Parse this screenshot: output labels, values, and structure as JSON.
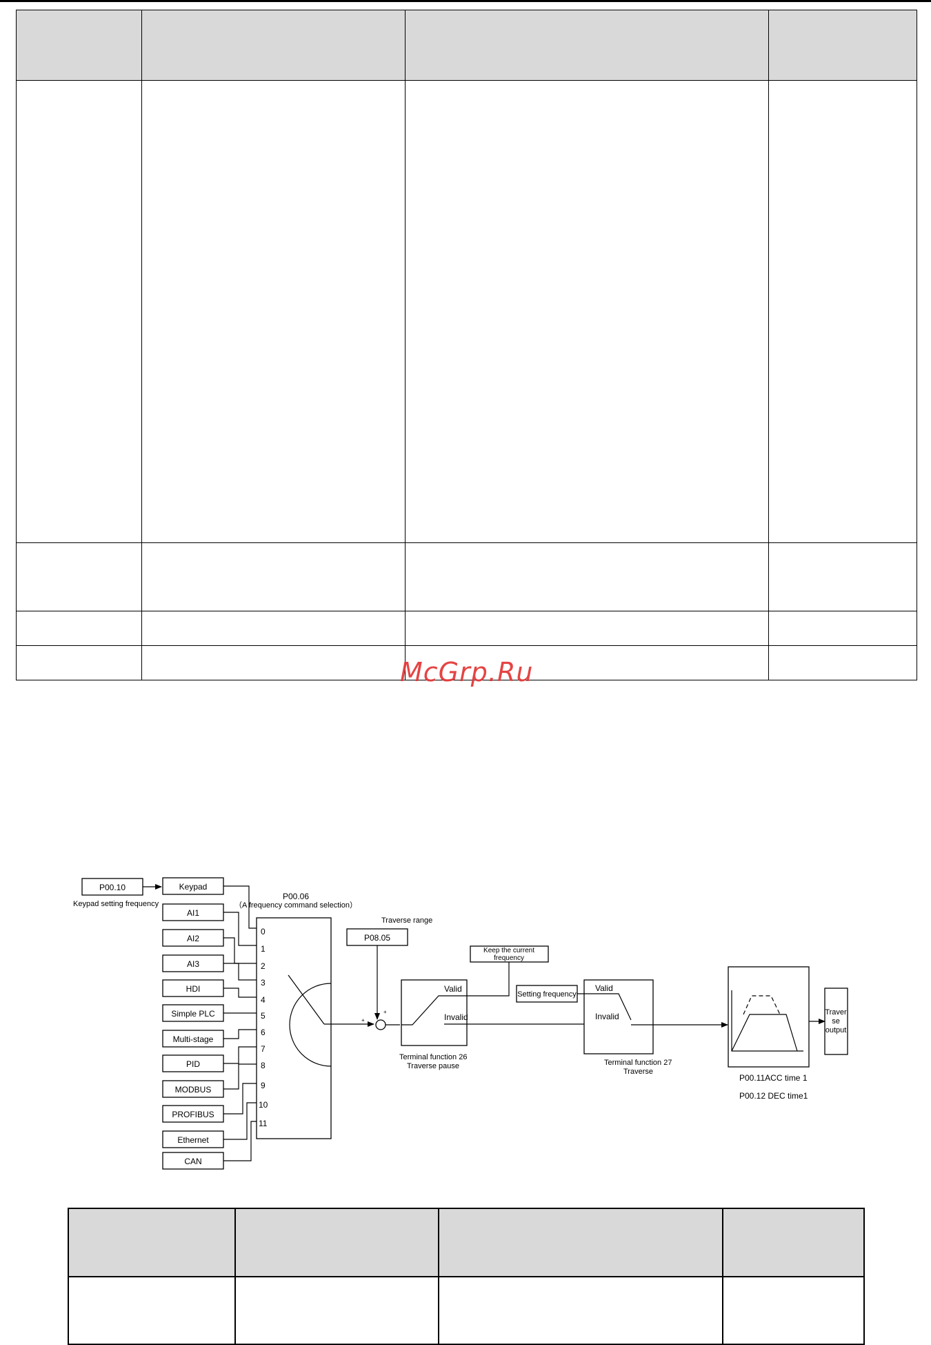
{
  "watermark": "McGrp.Ru",
  "diagram": {
    "p0010": "P00.10",
    "keypad_setting": "Keypad setting frequency",
    "sources": [
      "Keypad",
      "AI1",
      "AI2",
      "AI3",
      "HDI",
      "Simple PLC",
      "Multi-stage",
      "PID",
      "MODBUS",
      "PROFIBUS",
      "Ethernet",
      "CAN"
    ],
    "selector_title": "P00.06",
    "selector_sub": "（A frequency command selection）",
    "selector_numbers": [
      "0",
      "1",
      "2",
      "3",
      "4",
      "5",
      "6",
      "7",
      "8",
      "9",
      "10",
      "11"
    ],
    "traverse_range": "Traverse range",
    "p0805": "P08.05",
    "keep_current_1": "Keep the current",
    "keep_current_2": "frequency",
    "valid": "Valid",
    "invalid": "Invalid",
    "tf26_1": "Terminal function 26",
    "tf26_2": "Traverse pause",
    "setting_frequency": "Setting frequency",
    "tf27_1": "Terminal function 27",
    "tf27_2": "Traverse",
    "acc": "P00.11ACC time 1",
    "dec": "P00.12 DEC time1",
    "out_1": "Traver",
    "out_2": "se",
    "out_3": "output",
    "sum_plus_a": "+",
    "sum_plus_b": "+"
  }
}
